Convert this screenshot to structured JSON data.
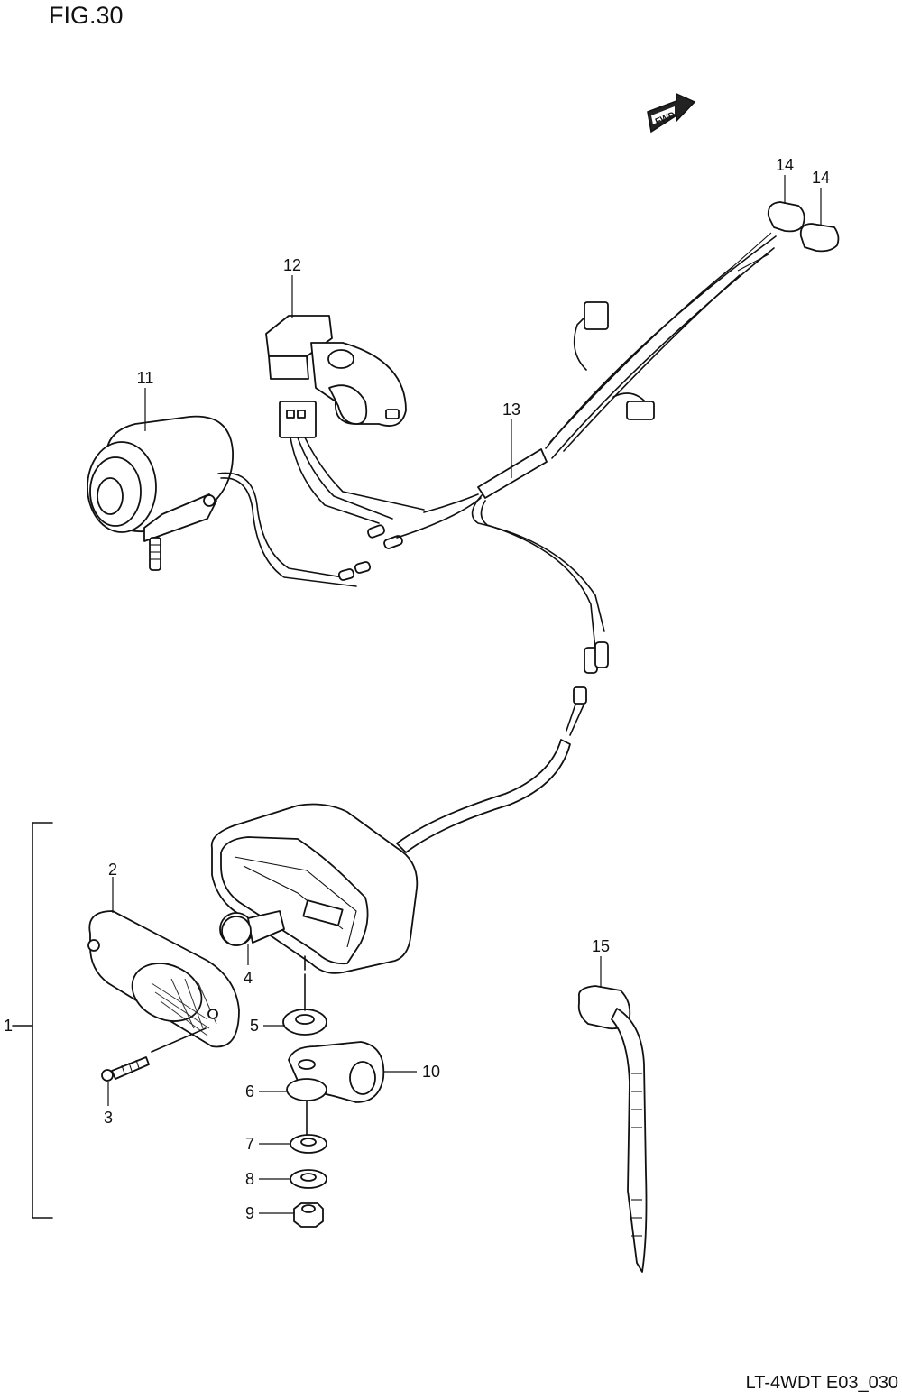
{
  "figure": {
    "title": "FIG.30",
    "code": "LT-4WDT E03_030",
    "fwd_label": "FWD"
  },
  "callouts": [
    {
      "id": "c1",
      "label": "1"
    },
    {
      "id": "c2",
      "label": "2"
    },
    {
      "id": "c3",
      "label": "3"
    },
    {
      "id": "c4",
      "label": "4"
    },
    {
      "id": "c5",
      "label": "5"
    },
    {
      "id": "c6",
      "label": "6"
    },
    {
      "id": "c7",
      "label": "7"
    },
    {
      "id": "c8",
      "label": "8"
    },
    {
      "id": "c9",
      "label": "9"
    },
    {
      "id": "c10",
      "label": "10"
    },
    {
      "id": "c11",
      "label": "11"
    },
    {
      "id": "c12",
      "label": "12"
    },
    {
      "id": "c13",
      "label": "13"
    },
    {
      "id": "c14a",
      "label": "14"
    },
    {
      "id": "c14b",
      "label": "14"
    },
    {
      "id": "c15",
      "label": "15"
    }
  ]
}
